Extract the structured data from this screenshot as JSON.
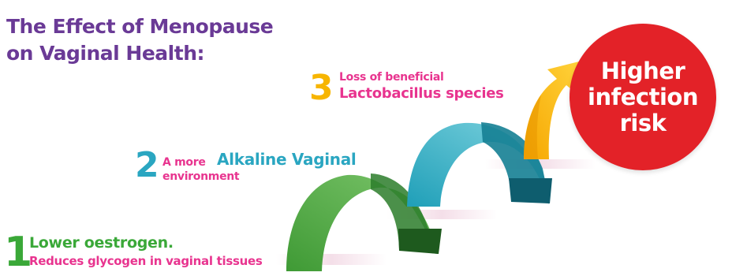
{
  "title": {
    "line1": "The Effect of Menopause",
    "line2": "on Vaginal Health:"
  },
  "steps": [
    {
      "number": "1",
      "line1": "Lower oestrogen.",
      "line2": "Reduces glycogen in vaginal tissues",
      "color": "#3aa838"
    },
    {
      "number": "2",
      "line1_prefix": "A more",
      "line1_emphasis": "Alkaline Vaginal",
      "line2": "environment",
      "color": "#2aa6c1"
    },
    {
      "number": "3",
      "line1": "Loss of beneficial",
      "line2": "Lactobacillus species",
      "color": "#f7b500"
    }
  ],
  "outcome": {
    "text_line1": "Higher",
    "text_line2": "infection",
    "text_line3": "risk",
    "color": "#e32228"
  },
  "colors": {
    "title": "#6a3a96",
    "label_pink": "#e8348f"
  }
}
